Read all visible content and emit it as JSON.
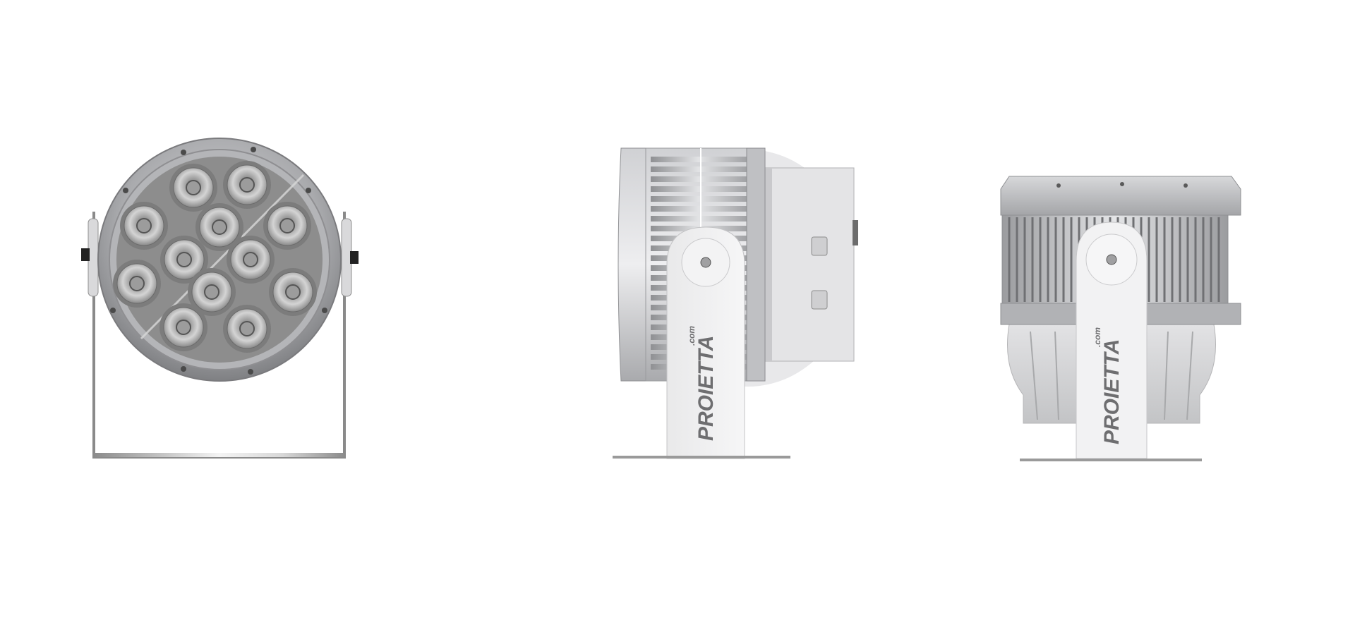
{
  "product": {
    "brand_wordmark": "PROIETTA",
    "brand_domain": ".com"
  },
  "views": [
    {
      "id": "front",
      "led_count": 12
    },
    {
      "id": "side"
    },
    {
      "id": "back"
    }
  ],
  "colors": {
    "background": "#ffffff",
    "housing_light": "#e8e8ea",
    "housing_mid": "#b9babd",
    "housing_dark": "#8d8e91",
    "lens_face": "#8f8f8f",
    "led_cup": "#b8b8b8",
    "bracket": "#ededee",
    "bracket_edge": "#7a7a7a"
  }
}
